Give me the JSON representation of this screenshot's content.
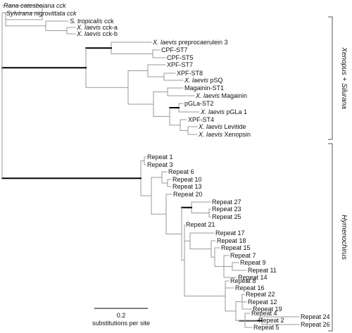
{
  "tree": {
    "colors": {
      "branch": "#9a9a9a",
      "bold_branch": "#000000",
      "text": "#111111",
      "bracket": "#555555"
    },
    "tips": [
      {
        "id": "t1",
        "prefix": "Rana catesbeiana cck",
        "suffix": "",
        "italic": "all"
      },
      {
        "id": "t2",
        "prefix": "Sylvirana nigrovittata cck",
        "suffix": "",
        "italic": "all"
      },
      {
        "id": "t3",
        "prefix": "S. tropicalis",
        "suffix": " cck",
        "italic": "prefix"
      },
      {
        "id": "t4",
        "prefix": "X. laevis",
        "suffix": " cck-a",
        "italic": "prefix"
      },
      {
        "id": "t5",
        "prefix": "X. laevis",
        "suffix": " cck-b",
        "italic": "prefix"
      },
      {
        "id": "t6",
        "prefix": "X. laevis",
        "suffix": " preprocaerulein 3",
        "italic": "prefix"
      },
      {
        "id": "t7",
        "prefix": "",
        "suffix": "CPF-ST7",
        "italic": "none"
      },
      {
        "id": "t8",
        "prefix": "",
        "suffix": "CPF-ST5",
        "italic": "none"
      },
      {
        "id": "t9",
        "prefix": "",
        "suffix": "XPF-ST7",
        "italic": "none"
      },
      {
        "id": "t10",
        "prefix": "",
        "suffix": "XPF-ST8",
        "italic": "none"
      },
      {
        "id": "t11",
        "prefix": "X. laevis",
        "suffix": " pSQ",
        "italic": "prefix"
      },
      {
        "id": "t12",
        "prefix": "",
        "suffix": "Magainin-ST1",
        "italic": "none"
      },
      {
        "id": "t13",
        "prefix": "X. laevis",
        "suffix": " Magainin",
        "italic": "prefix"
      },
      {
        "id": "t14",
        "prefix": "",
        "suffix": "pGLa-ST2",
        "italic": "none"
      },
      {
        "id": "t15",
        "prefix": "X. laevis",
        "suffix": " pGLa 1",
        "italic": "prefix"
      },
      {
        "id": "t16",
        "prefix": "",
        "suffix": "XPF-ST4",
        "italic": "none"
      },
      {
        "id": "t17",
        "prefix": "X. laevis",
        "suffix": " Levitide",
        "italic": "prefix"
      },
      {
        "id": "t18",
        "prefix": "X. laevis",
        "suffix": " Xenopsin",
        "italic": "prefix"
      },
      {
        "id": "h1",
        "prefix": "",
        "suffix": "Repeat 1",
        "italic": "none"
      },
      {
        "id": "h2",
        "prefix": "",
        "suffix": "Repeat 3",
        "italic": "none"
      },
      {
        "id": "h3",
        "prefix": "",
        "suffix": "Repeat 6",
        "italic": "none"
      },
      {
        "id": "h4",
        "prefix": "",
        "suffix": "Repeat 10",
        "italic": "none"
      },
      {
        "id": "h5",
        "prefix": "",
        "suffix": "Repeat 13",
        "italic": "none"
      },
      {
        "id": "h6",
        "prefix": "",
        "suffix": "Repeat 20",
        "italic": "none"
      },
      {
        "id": "h7",
        "prefix": "",
        "suffix": "Repeat 27",
        "italic": "none"
      },
      {
        "id": "h8",
        "prefix": "",
        "suffix": "Repeat 23",
        "italic": "none"
      },
      {
        "id": "h9",
        "prefix": "",
        "suffix": "Repeat 25",
        "italic": "none"
      },
      {
        "id": "h10",
        "prefix": "",
        "suffix": "Repeat 21",
        "italic": "none"
      },
      {
        "id": "h11",
        "prefix": "",
        "suffix": "Repeat 17",
        "italic": "none"
      },
      {
        "id": "h12",
        "prefix": "",
        "suffix": "Repeat 18",
        "italic": "none"
      },
      {
        "id": "h13",
        "prefix": "",
        "suffix": "Repeat 15",
        "italic": "none"
      },
      {
        "id": "h14",
        "prefix": "",
        "suffix": "Repeat 7",
        "italic": "none"
      },
      {
        "id": "h15",
        "prefix": "",
        "suffix": "Repeat 9",
        "italic": "none"
      },
      {
        "id": "h16",
        "prefix": "",
        "suffix": "Repeat 11",
        "italic": "none"
      },
      {
        "id": "h17",
        "prefix": "",
        "suffix": "Repeat 14",
        "italic": "none"
      },
      {
        "id": "h18",
        "prefix": "",
        "suffix": "Repeat 8",
        "italic": "none"
      },
      {
        "id": "h19",
        "prefix": "",
        "suffix": "Repeat 16",
        "italic": "none"
      },
      {
        "id": "h20",
        "prefix": "",
        "suffix": "Repeat 22",
        "italic": "none"
      },
      {
        "id": "h21",
        "prefix": "",
        "suffix": "Repeat 12",
        "italic": "none"
      },
      {
        "id": "h22",
        "prefix": "",
        "suffix": "Repeat 19",
        "italic": "none"
      },
      {
        "id": "h23",
        "prefix": "",
        "suffix": "Repeat 24",
        "italic": "none"
      },
      {
        "id": "h24",
        "prefix": "",
        "suffix": "Repeat 26",
        "italic": "none"
      },
      {
        "id": "h25",
        "prefix": "",
        "suffix": "Repeat 4",
        "italic": "none"
      },
      {
        "id": "h26",
        "prefix": "",
        "suffix": "Repeat 2",
        "italic": "none"
      },
      {
        "id": "h27",
        "prefix": "",
        "suffix": "Repeat 5",
        "italic": "none"
      }
    ],
    "clades": [
      {
        "id": "xenopus-silurana",
        "parts": [
          {
            "text": "Xenopus",
            "italic": true
          },
          {
            "text": " + ",
            "italic": false
          },
          {
            "text": "Silurana",
            "italic": true
          }
        ]
      },
      {
        "id": "hymenochirus",
        "parts": [
          {
            "text": "Hymenochirus",
            "italic": true
          }
        ]
      }
    ],
    "scale_bar": {
      "value": "0.2",
      "label": "substitutions per site"
    }
  }
}
